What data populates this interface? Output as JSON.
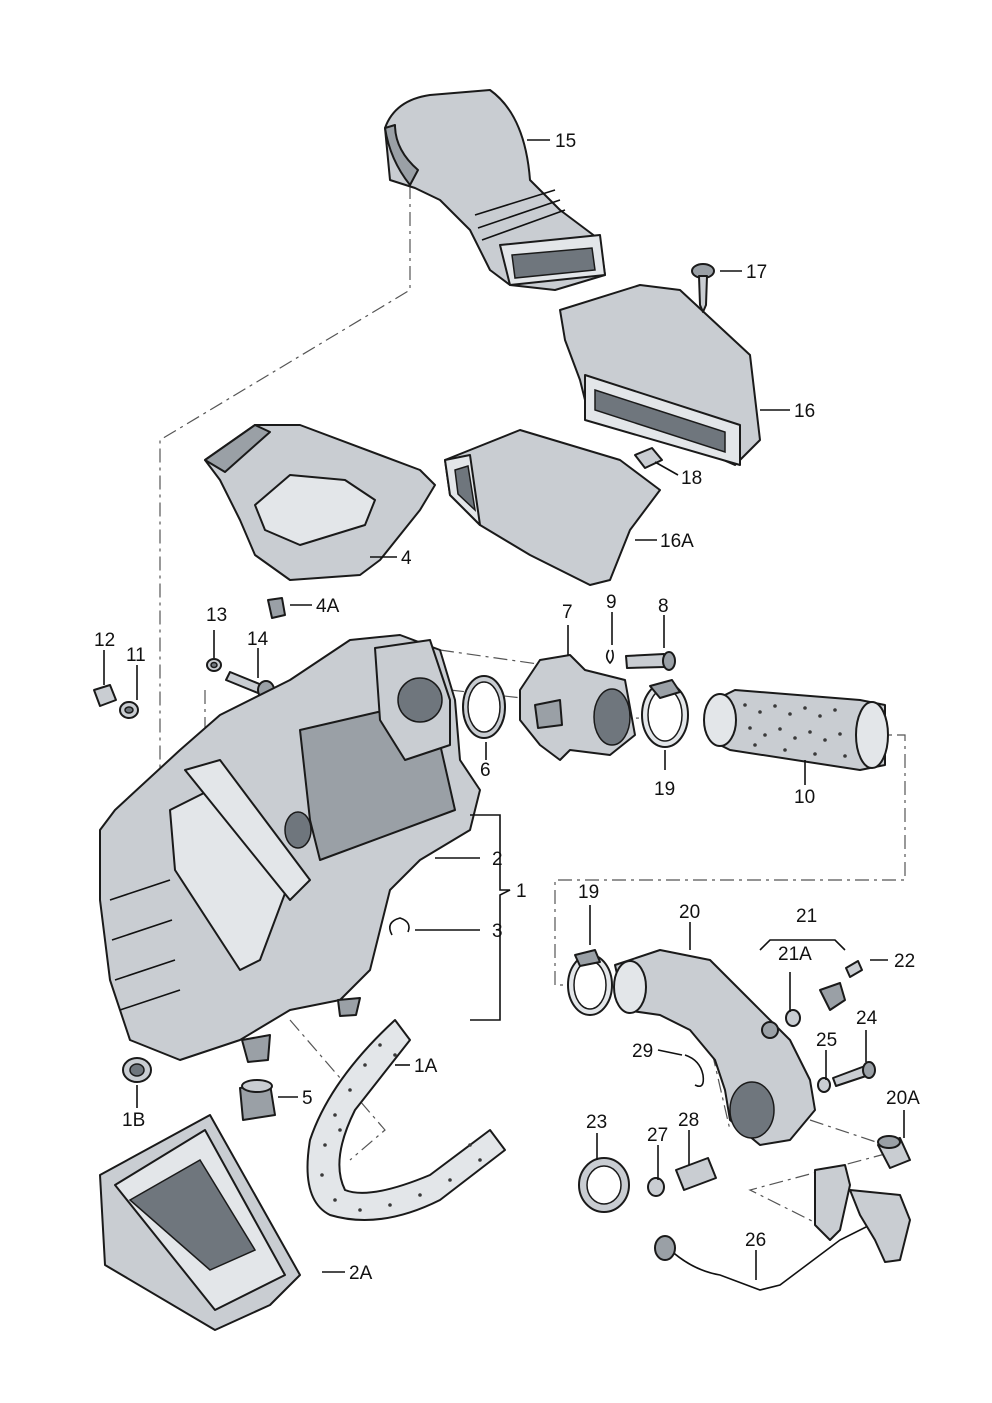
{
  "callouts": {
    "c15": "15",
    "c17": "17",
    "c16": "16",
    "c18": "18",
    "c4": "4",
    "c16A": "16A",
    "c4A": "4A",
    "c13": "13",
    "c12": "12",
    "c11": "11",
    "c14": "14",
    "c7": "7",
    "c9": "9",
    "c8": "8",
    "c6": "6",
    "c19a": "19",
    "c10": "10",
    "c2": "2",
    "c1": "1",
    "c3": "3",
    "c19b": "19",
    "c20": "20",
    "c21": "21",
    "c21A": "21A",
    "c22": "22",
    "c24": "24",
    "c25": "25",
    "c29": "29",
    "c20A": "20A",
    "c1A": "1A",
    "c5": "5",
    "c1B": "1B",
    "c23": "23",
    "c27": "27",
    "c28": "28",
    "c26": "26",
    "c2A": "2A"
  }
}
